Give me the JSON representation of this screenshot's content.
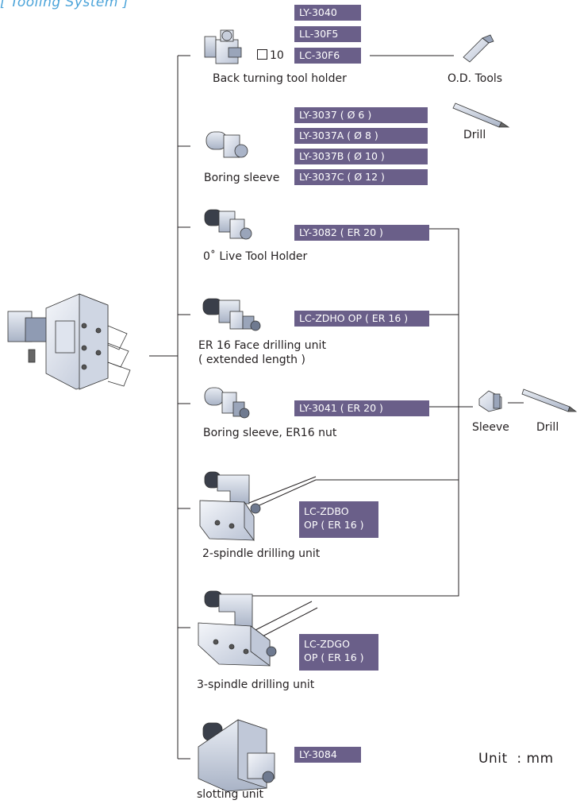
{
  "header": {
    "title": "[ Tooling System ]"
  },
  "tags": {
    "ly3040": "LY-3040",
    "ll30f5": "LL-30F5",
    "lc30f6": "LC-30F6",
    "ly3037": "LY-3037   ( Ø 6 )",
    "ly3037a": "LY-3037A ( Ø 8 )",
    "ly3037b": "LY-3037B ( Ø 10 )",
    "ly3037c": "LY-3037C ( Ø 12 )",
    "ly3082": "LY-3082 ( ER 20 )",
    "lczdho": "LC-ZDHO OP ( ER 16 )",
    "ly3041": "LY-3041 ( ER 20 )",
    "lczdbo": "LC-ZDBO\nOP ( ER 16 )",
    "lczdgo": "LC-ZDGO\nOP ( ER 16 )",
    "ly3084": "LY-3084"
  },
  "labels": {
    "square_size": "10",
    "back_turning": "Back turning tool holder",
    "od_tools": "O.D. Tools",
    "drill_top": "Drill",
    "boring_sleeve": "Boring sleeve",
    "live_tool": "0˚ Live Tool Holder",
    "face_drilling": "ER 16 Face drilling unit\n( extended length )",
    "boring_sleeve_nut": "Boring sleeve, ER16 nut",
    "sleeve": "Sleeve",
    "drill_right": "Drill",
    "two_spindle": "2-spindle drilling unit",
    "three_spindle": "3-spindle drilling unit",
    "slotting": "slotting unit",
    "unit": "Unit  : mm"
  },
  "colors": {
    "tag_bg": "#6a5f89",
    "tag_text": "#ffffff",
    "title": "#4aa3d9",
    "line": "#231f20"
  }
}
